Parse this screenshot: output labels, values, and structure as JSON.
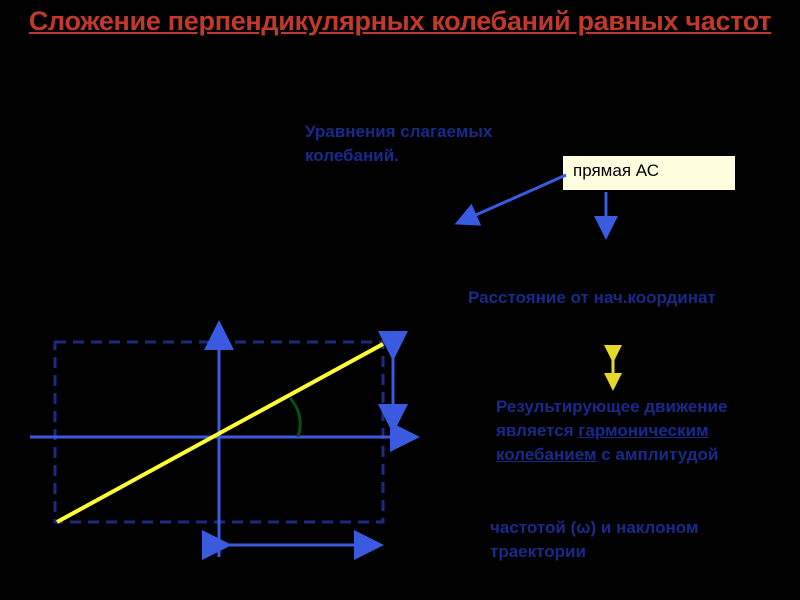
{
  "slide": {
    "title": "Сложение перпендикулярных колебаний равных частот",
    "equations_label": "Уравнения слагаемых колебаний.",
    "callout_text": "прямая АС",
    "distance_label": "Расстояние от нач.координат",
    "result_pre": "Результирующее движение является ",
    "result_link": "гармоническим колебанием",
    "result_post": " с амплитудой",
    "freq_text": "частотой (ω) и наклоном траектории"
  },
  "colors": {
    "background": "#000000",
    "title": "#c0392b",
    "axis": "#3a5be0",
    "dash": "#1e2a80",
    "trajectory": "#ffff33",
    "text": "#1a2a8a",
    "angle_arc": "#0b4d1c",
    "double_arrow": "#e6d92a"
  }
}
